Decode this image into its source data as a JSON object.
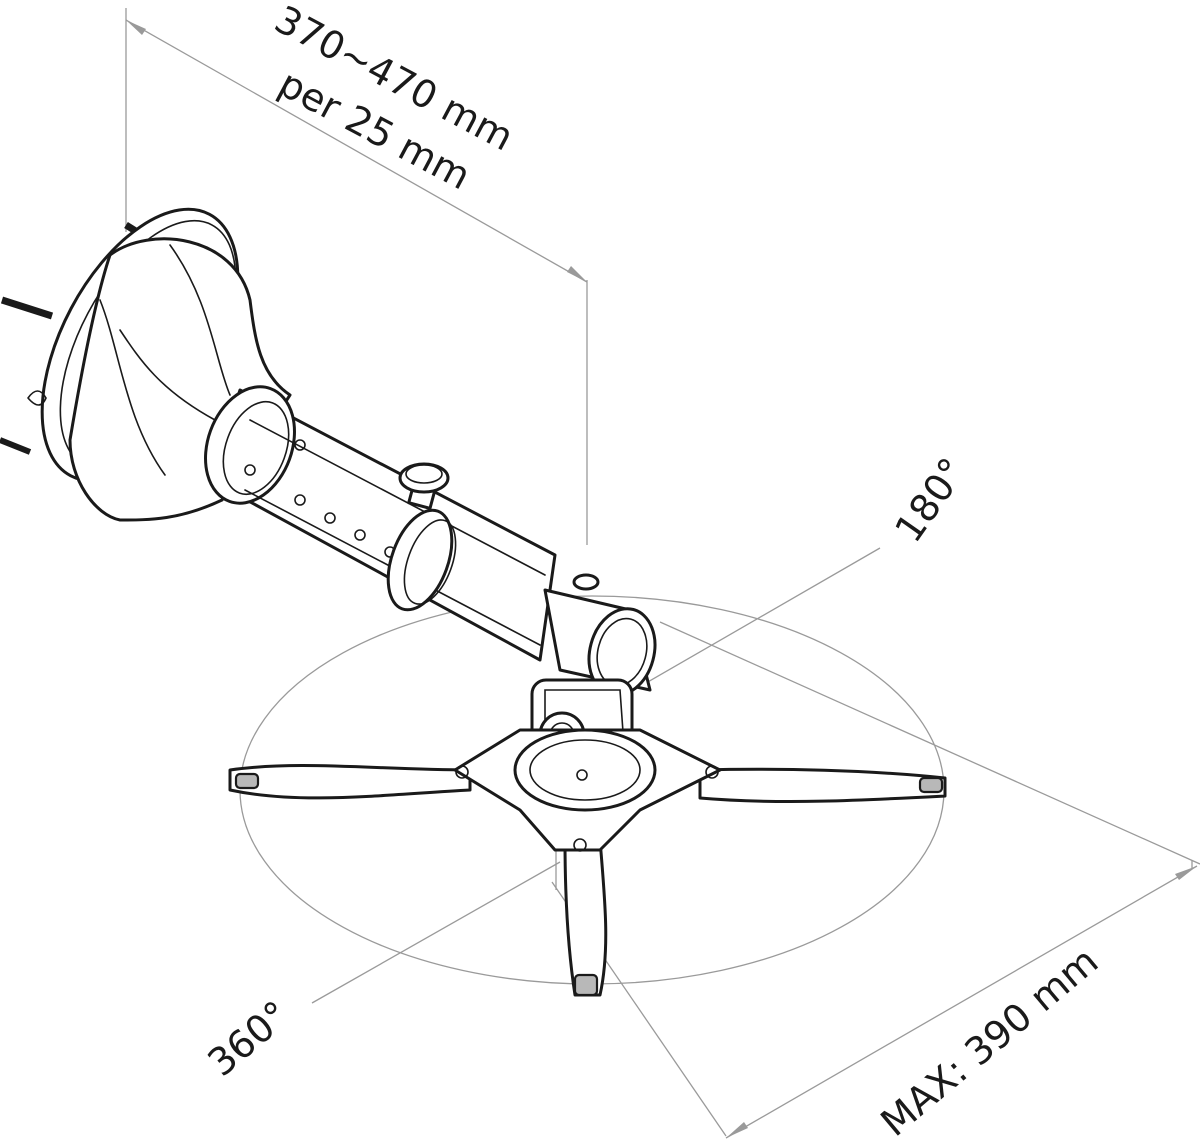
{
  "labels": {
    "arm_length_line1": "370~470 mm",
    "arm_length_line2": "per 25 mm",
    "rotation_180": "180°",
    "rotation_360": "360°",
    "max_span": "MAX: 390 mm"
  },
  "colors": {
    "ink": "#1a1a1a",
    "dimension_line": "#9a9a9a",
    "shading": "#b8b8b8",
    "background": "#ffffff"
  }
}
